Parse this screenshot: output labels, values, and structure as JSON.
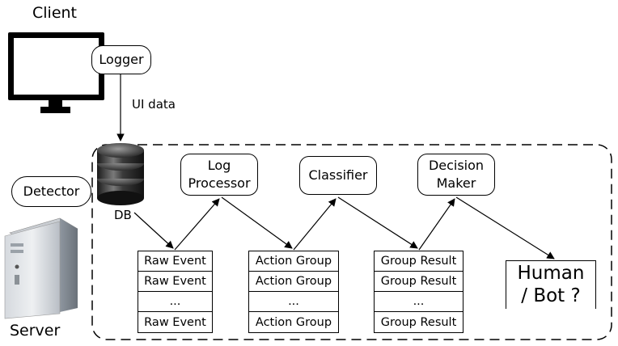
{
  "client": {
    "label": "Client",
    "logger_label": "Logger",
    "flow_label": "UI data"
  },
  "server": {
    "label": "Server",
    "detector_label": "Detector",
    "db_label": "DB"
  },
  "pipeline": {
    "log_processor": "Log\nProcessor",
    "classifier": "Classifier",
    "decision_maker": "Decision\nMaker",
    "raw_events": [
      "Raw Event",
      "Raw Event",
      "...",
      "Raw Event"
    ],
    "action_groups": [
      "Action Group",
      "Action Group",
      "...",
      "Action Group"
    ],
    "group_results": [
      "Group Result",
      "Group Result",
      "...",
      "Group Result"
    ],
    "result": "Human\n/ Bot ?"
  }
}
